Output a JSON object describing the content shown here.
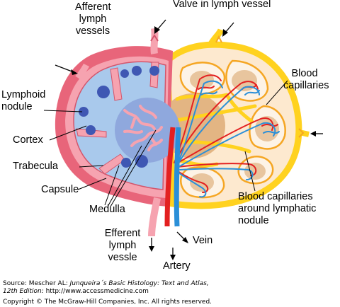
{
  "labels": {
    "afferent_lymph_vessels": [
      "Afferent",
      "lymph",
      "vessels"
    ],
    "valve_in_lymph_vessel": "Valve in lymph vessel",
    "blood_capillaries": [
      "Blood",
      "capillaries"
    ],
    "lymphoid_nodule": [
      "Lymphoid",
      "nodule"
    ],
    "cortex": "Cortex",
    "trabecula": "Trabecula",
    "capsule": "Capsule",
    "medulla": "Medulla",
    "blood_capillaries_around_nodule": [
      "Blood capillaries",
      "around lymphatic",
      "nodule"
    ],
    "efferent_lymph_vessle": [
      "Efferent",
      "lymph",
      "vessle"
    ],
    "vein": "Vein",
    "artery": "Artery"
  },
  "source": {
    "prefix": "Source: Mescher AL: ",
    "title_line1": "Junqueira´s Basic Histology: Text and Atlas,",
    "title_line2": "12th Edition:",
    "url": " http://www.accessmedicine.com",
    "copyright": "Copyright © The McGraw-Hill Companies, Inc. All rights reserved."
  },
  "colors": {
    "capsule": "#e8657a",
    "capsule_light": "#f6a3b0",
    "cortex_fill": "#a9c9ec",
    "medulla_fill": "#8fa8dd",
    "nodule": "#3f57b3",
    "lymph_yellow": "#ffd21f",
    "lymph_orange": "#f5a623",
    "sinus_cream": "#fde9cf",
    "nodule_tan": "#e3b583",
    "artery": "#e32020",
    "vein": "#2a8fd8"
  }
}
